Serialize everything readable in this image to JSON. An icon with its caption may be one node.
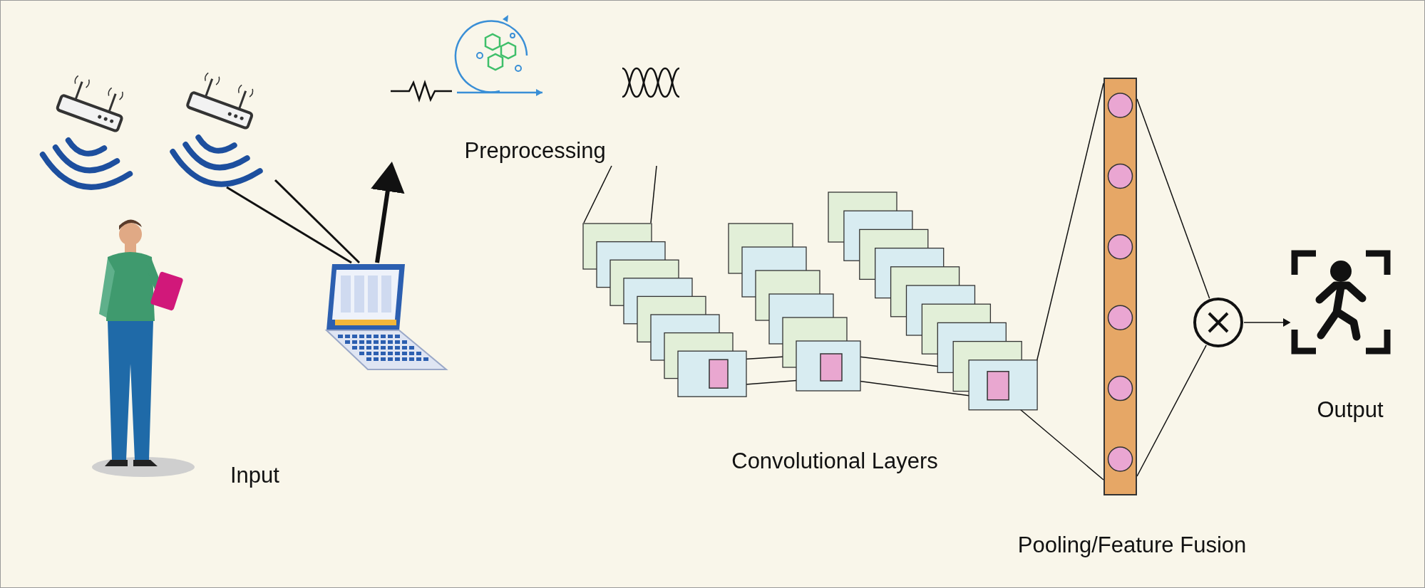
{
  "diagram": {
    "nodes": [
      {
        "text": [],
        "shape": "picture"
      },
      {
        "text": [],
        "shape": "picture"
      },
      {
        "text": [],
        "shape": "picture"
      },
      {
        "text": [
          "Preprocessing"
        ]
      },
      {
        "text": [],
        "shape": "box"
      },
      {
        "text": [],
        "shape": "box"
      },
      {
        "text": [],
        "shape": "box"
      },
      {
        "text": [],
        "shape": "bar",
        "beside": [
          "Pooling/Feature Fusion"
        ]
      },
      {
        "text": [],
        "shape": "circle"
      },
      {
        "text": [],
        "shape": "picture",
        "beside": [
          "Output"
        ]
      }
    ],
    "edges": [
      {
        "from": 1,
        "to": 2,
        "arrow": "none"
      },
      {
        "from": 1,
        "to": 2,
        "arrow": "none"
      },
      {
        "from": 2,
        "to": 3,
        "arrow": "to",
        "style": "thick"
      },
      {
        "from": 3,
        "to": 4,
        "arrow": "none"
      },
      {
        "from": 3,
        "to": 4,
        "arrow": "none"
      },
      {
        "from": 4,
        "to": 5,
        "arrow": "none"
      },
      {
        "from": 4,
        "to": 5,
        "arrow": "none"
      },
      {
        "from": 5,
        "to": 6,
        "arrow": "none"
      },
      {
        "from": 5,
        "to": 6,
        "arrow": "none"
      },
      {
        "from": 6,
        "to": 7,
        "arrow": "none"
      },
      {
        "from": 6,
        "to": 7,
        "arrow": "none"
      },
      {
        "from": 7,
        "to": 8,
        "arrow": "none"
      },
      {
        "from": 7,
        "to": 8,
        "arrow": "none"
      },
      {
        "from": 8,
        "to": 9,
        "arrow": "to"
      }
    ],
    "labels": [
      "Input",
      "Convolutional Layers"
    ]
  }
}
